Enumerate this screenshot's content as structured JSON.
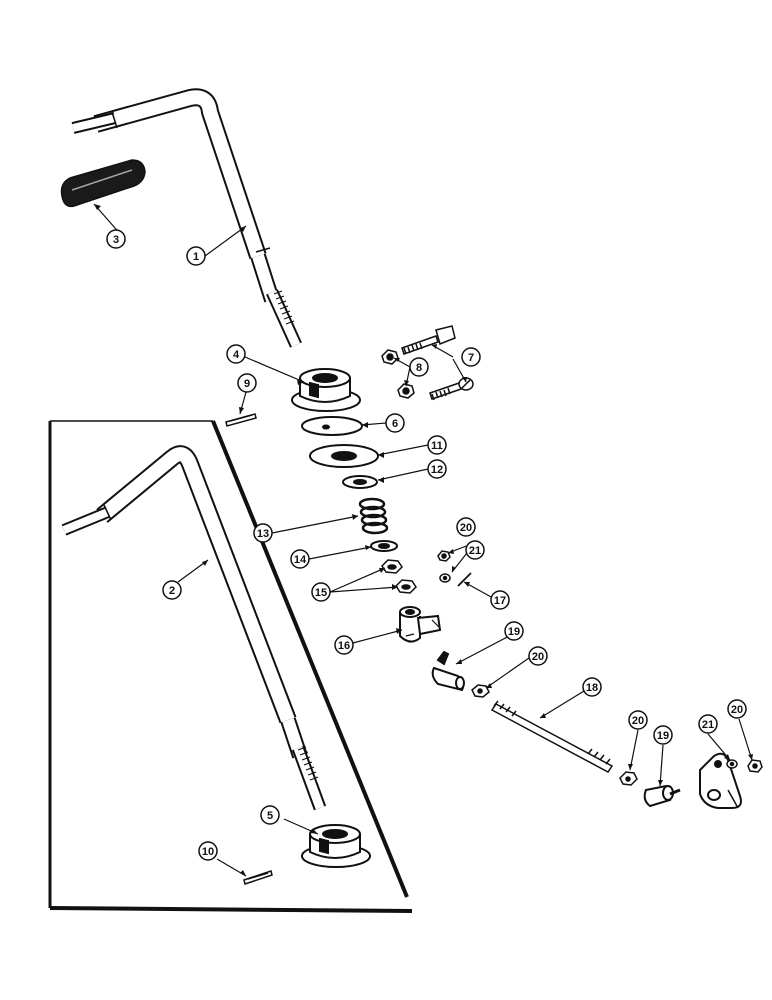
{
  "diagram": {
    "callouts": {
      "c1": "1",
      "c2": "2",
      "c3": "3",
      "c4": "4",
      "c5": "5",
      "c6": "6",
      "c7": "7",
      "c8": "8",
      "c9": "9",
      "c10": "10",
      "c11": "11",
      "c12": "12",
      "c13": "13",
      "c14": "14",
      "c15": "15",
      "c16": "16",
      "c17": "17",
      "c18": "18",
      "c19a": "19",
      "c19b": "19",
      "c20a": "20",
      "c20b": "20",
      "c20c": "20",
      "c20d": "20",
      "c21a": "21",
      "c21b": "21"
    },
    "colors": {
      "line": "#111111",
      "part_fill": "#ffffff",
      "dark_fill": "#1a1a1a",
      "background": "#ffffff"
    }
  }
}
